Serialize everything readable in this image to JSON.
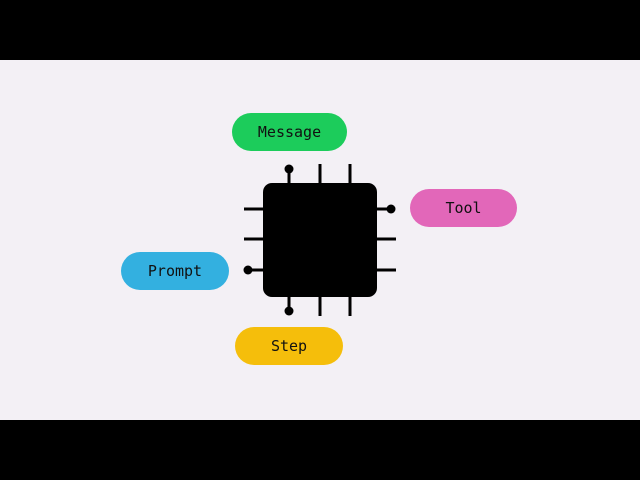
{
  "diagram": {
    "chip": {
      "color": "#000000"
    },
    "nodes": {
      "message": {
        "label": "Message",
        "color": "#1ccc5b"
      },
      "tool": {
        "label": "Tool",
        "color": "#e267b9"
      },
      "prompt": {
        "label": "Prompt",
        "color": "#33b0e0"
      },
      "step": {
        "label": "Step",
        "color": "#f5be0b"
      }
    },
    "background": "#f3f0f5"
  }
}
